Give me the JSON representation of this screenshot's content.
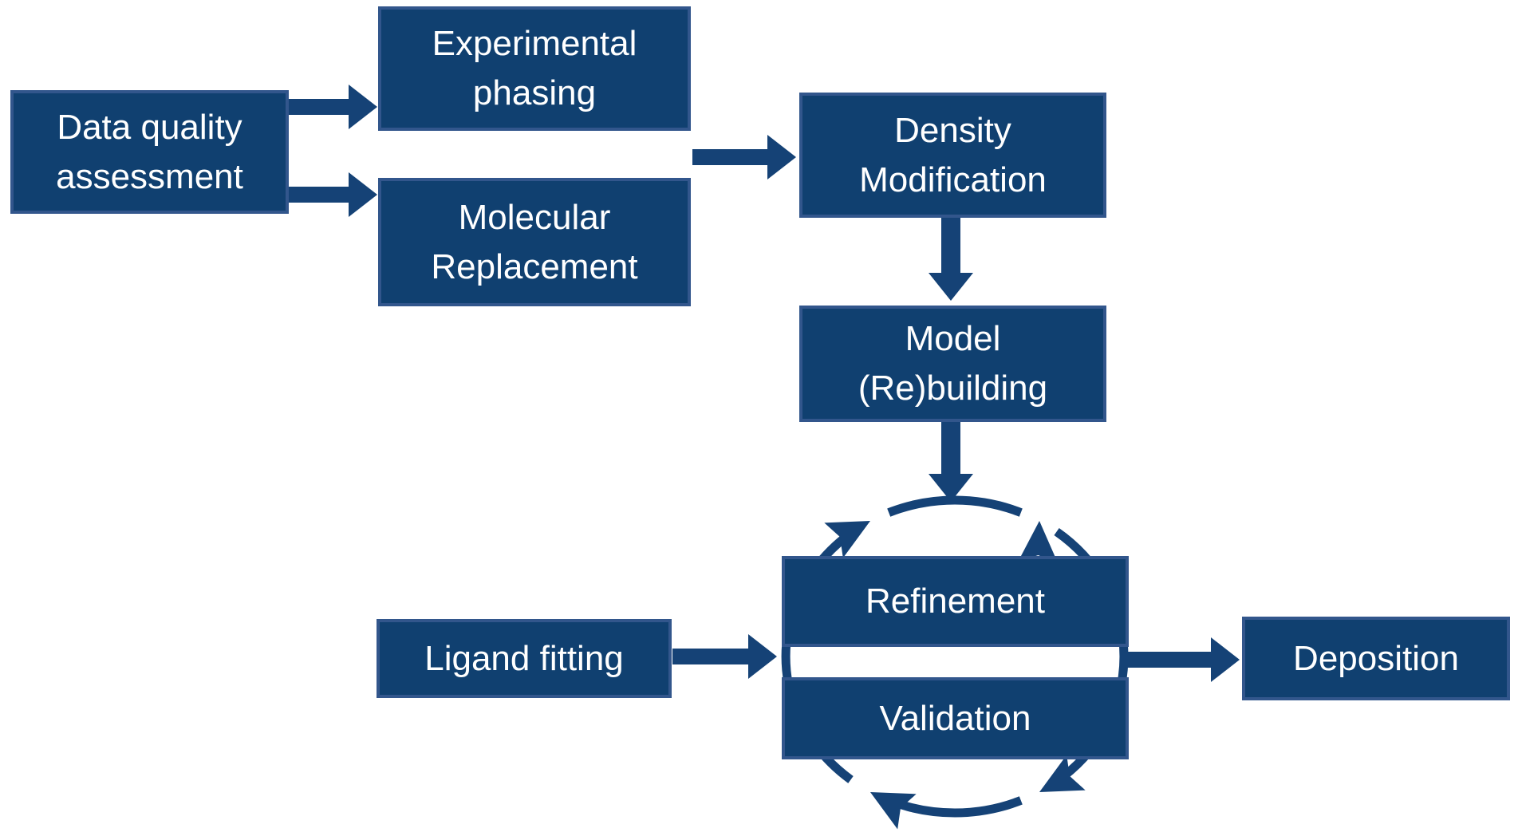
{
  "diagram": {
    "boxes": {
      "data_quality": {
        "line1": "Data quality",
        "line2": "assessment"
      },
      "experimental_phasing": {
        "line1": "Experimental",
        "line2": "phasing"
      },
      "molecular_replacement": {
        "line1": "Molecular",
        "line2": "Replacement"
      },
      "density_modification": {
        "line1": "Density",
        "line2": "Modification"
      },
      "model_rebuilding": {
        "line1": "Model",
        "line2": "(Re)building"
      },
      "refinement": {
        "line1": "Refinement"
      },
      "validation": {
        "line1": "Validation"
      },
      "ligand_fitting": {
        "line1": "Ligand fitting"
      },
      "deposition": {
        "line1": "Deposition"
      }
    },
    "cycle": {
      "description": "clockwise cycle arrows around Refinement and Validation"
    },
    "colors": {
      "background": "#ffffff",
      "box_fill": "#104070",
      "box_border": "#32568c",
      "arrow": "#154276",
      "text": "#ffffff"
    }
  }
}
